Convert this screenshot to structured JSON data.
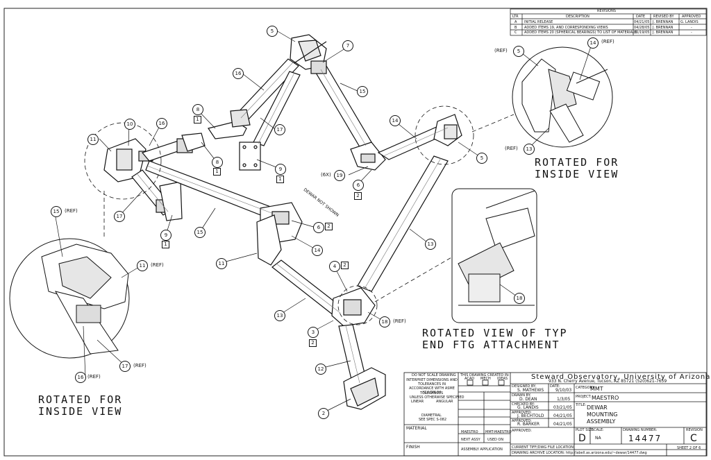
{
  "revisions": {
    "title": "REVISIONS",
    "headers": [
      "LTR",
      "DESCRIPTION",
      "DATE",
      "REVISED BY",
      "APPROVED"
    ],
    "rows": [
      [
        "A",
        "INITIAL RELEASE",
        "04/21/05",
        "J. BRENNAN",
        "G. LANDIS"
      ],
      [
        "B",
        "ADDED ITEMS 19, AND CORRESPONDING VIEWS",
        "04/28/05",
        "J. BRENNAN",
        "-"
      ],
      [
        "C",
        "ADDED ITEMS 20 (SPHERICAL BEARINGS) TO LIST OF MATERIALS",
        "05/19/05",
        "J. BRENNAN",
        "-"
      ]
    ]
  },
  "captions": {
    "right_view": "ROTATED FOR\nINSIDE VIEW",
    "left_view": "ROTATED FOR\nINSIDE VIEW",
    "end_view": "ROTATED VIEW OF TYP\nEND FTG ATTACHMENT",
    "dewar_note": "DEWAR NOT SHOWN"
  },
  "balloons": [
    {
      "n": "5"
    },
    {
      "n": "7"
    },
    {
      "n": "16"
    },
    {
      "n": "15"
    },
    {
      "n": "8"
    },
    {
      "n": "17"
    },
    {
      "n": "14"
    },
    {
      "n": "10"
    },
    {
      "n": "16"
    },
    {
      "n": "11"
    },
    {
      "n": "8"
    },
    {
      "n": "9"
    },
    {
      "n": "19"
    },
    {
      "n": "6"
    },
    {
      "n": "5"
    },
    {
      "n": "17"
    },
    {
      "n": "9"
    },
    {
      "n": "15"
    },
    {
      "n": "6"
    },
    {
      "n": "13"
    },
    {
      "n": "14"
    },
    {
      "n": "11"
    },
    {
      "n": "4"
    },
    {
      "n": "13"
    },
    {
      "n": "3"
    },
    {
      "n": "18"
    },
    {
      "n": "12"
    },
    {
      "n": "2"
    },
    {
      "n": "5"
    },
    {
      "n": "14"
    },
    {
      "n": "13"
    },
    {
      "n": "18"
    },
    {
      "n": "15"
    },
    {
      "n": "11"
    },
    {
      "n": "16"
    },
    {
      "n": "17"
    }
  ],
  "boxes": [
    "1",
    "1",
    "1",
    "2",
    "1",
    "2",
    "2",
    "2"
  ],
  "refs": {
    "ref": "(REF)",
    "six_x": "(6X)"
  },
  "title_block": {
    "do_not_scale": "DO NOT SCALE DRAWING",
    "interpret": "INTERPRET DIMENSIONS AND TOLERANCES IN ACCORDANCE WITH ASME Y14.5M-94",
    "tolerances": "TOLERANCES",
    "unless": "UNLESS OTHERWISE SPECIFIED",
    "linear": "LINEAR",
    "angular": "ANGULAR",
    "diametral": "DIAMETRAL",
    "see_spec": "SEE SPEC S-082",
    "created_in": "THIS DRAWING CREATED IN:",
    "cad_opts": [
      "ACAD",
      "MECH",
      "IDEAS"
    ],
    "material": "MATERIAL",
    "finish": "FINISH",
    "maestro": "MAESTRO",
    "mmt_maestro": "MMT-MAESTRO",
    "next_assy": "NEXT ASSY",
    "used_on": "USED ON",
    "assembly_app": "ASSEMBLY APPLICATION",
    "org": "Steward Observatory, University of Arizona",
    "address": "933 N. Cherry Avenue, Tucson, AZ 85721   (520)621-7659",
    "designed_by_lbl": "DESIGNED BY:",
    "designed_by": "S. MATHEWS",
    "date_lbl": "DATE:",
    "date": "9/10/03",
    "drawn_by_lbl": "DRAWN BY:",
    "drawn_by": "D. DEAN",
    "drawn_date": "1/3/05",
    "checked_lbl": "CHECKED BY:",
    "checked_by": "G. LANDIS",
    "checked_date": "03/21/05",
    "approved_lbl": "APPROVED:",
    "approved1": "J. BECHTOLD",
    "approved1_date": "04/21/05",
    "approved2": "R. BARKER",
    "approved2_date": "04/21/05",
    "category_lbl": "CATEGORY:",
    "category": "MMT",
    "project_lbl": "PROJECT:",
    "project": "MAESTRO",
    "title_lbl": "TITLE:",
    "title": "DEWAR\nMOUNTING\nASSEMBLY",
    "plot_size_lbl": "PLOT SIZE",
    "plot_size": "D",
    "scale_lbl": "SCALE:",
    "scale": "NA",
    "drawing_no_lbl": "DRAWING NUMBER:",
    "drawing_no": "14477",
    "revision_lbl": "REVISION",
    "revision": "C",
    "sheet": "SHEET 2 OF 6",
    "file_loc": "CURRENT TIFF/DWG FILE LOCATION:",
    "archive": "DRAWING ARCHIVE LOCATION: http://abell.as.arizona.edu/~dewar/14477.dwg"
  }
}
